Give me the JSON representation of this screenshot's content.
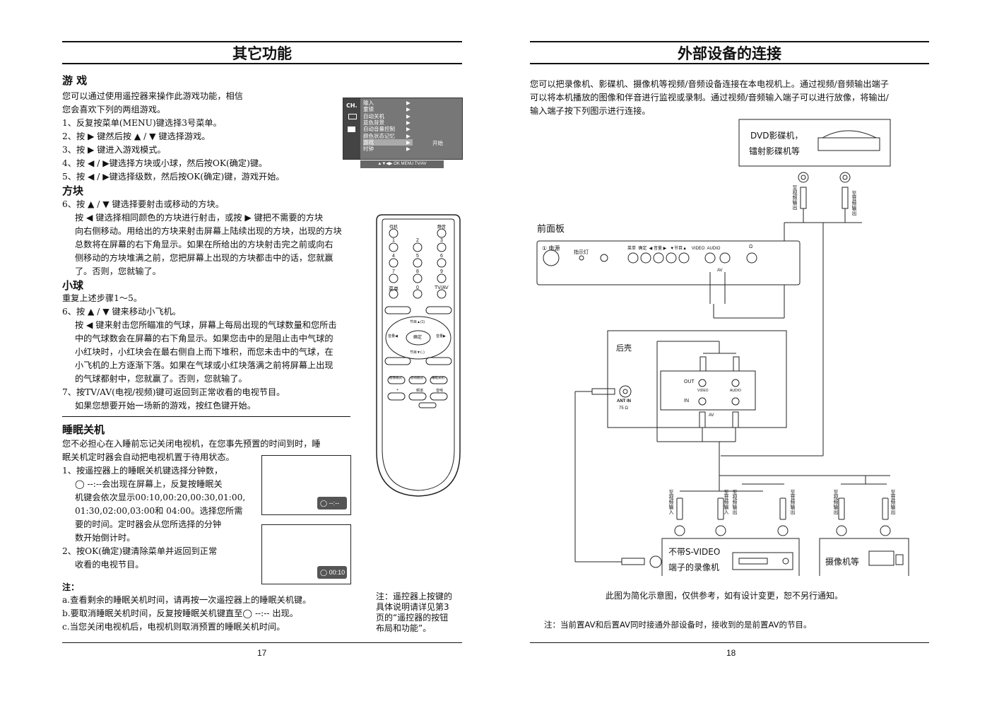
{
  "left": {
    "title": "其它功能",
    "game_heading": "游 戏",
    "game_lines": [
      "您可以通过使用遥控器来操作此游戏功能，相信",
      "您会喜欢下列的两组游戏。",
      "1、反复按菜单(MENU)键选择3号菜单。",
      "2、按 ▶ 键然后按 ▲ / ▼ 键选择游戏。",
      "3、按 ▶ 键进入游戏模式。",
      "4、按 ◀ / ▶键选择方块或小球，然后按OK(确定)键。",
      "5、按 ◀ / ▶键选择级数，然后按OK(确定)键，游戏开始。"
    ],
    "block_heading": "方块",
    "block_lines": [
      "6、按 ▲ / ▼ 键选择要射击或移动的方块。",
      "按 ◀ 键选择相同颜色的方块进行射击，或按 ▶ 键把不需要的方块",
      "向右侧移动。用给出的方块来射击屏幕上陆续出现的方块，出现的方块",
      "总数将在屏幕的右下角显示。如果在所给出的方块射击完之前或向右",
      "侧移动的方块堆满之前，您把屏幕上出现的方块都击中的话，您就赢",
      "了。否则，您就输了。"
    ],
    "ball_heading": "小球",
    "ball_lines": [
      "重复上述步骤1～5。",
      "6、按 ▲ / ▼ 键来移动小飞机。",
      "按 ◀ 键来射击您所瞄准的气球，屏幕上每局出现的气球数量和您所击",
      "中的气球数会在屏幕的右下角显示。如果您击中的是阻止击中气球的",
      "小红块时，小红块会在最右侧自上而下堆积，而您未击中的气球，在",
      "小飞机的上方逐渐下落。如果在气球或小红块落满之前将屏幕上出现",
      "的气球都射中，您就赢了。否则，您就输了。",
      "7、按TV/AV(电视/视频)键可返回到正常收看的电视节目。",
      "如果您想要开始一场新的游戏，按红色键开始。"
    ],
    "sleep_heading": "睡眠关机",
    "sleep_lines": [
      "您不必担心在入睡前忘记关闭电视机，在您事先预置的时间到时，睡",
      "眠关机定时器会自动把电视机置于待用状态。",
      "1、按遥控器上的睡眠关机键选择分钟数，",
      "◯ --:--会出现在屏幕上，反复按睡眠关",
      "机键会依次显示00:10,00:20,00:30,01:00,",
      "01:30,02:00,03:00和 04:00。选择您所需",
      "要的时间。定时器会从您所选择的分钟",
      "数开始倒计时。",
      "2、按OK(确定)键清除菜单并返回到正常",
      "收看的电视节目。"
    ],
    "notes_heading": "注：",
    "notes_lines": [
      "a.查看剩余的睡眠关机时间，请再按一次遥控器上的睡眠关机键。",
      "b.要取消睡眠关机时间，反复按睡眠关机键直至◯ --:-- 出现。",
      "c.当您关闭电视机后，电视机则取消预置的睡眠关机时间。"
    ],
    "remote_note": "注：遥控器上按键的\n具体说明请详见第3\n页的“遥控器的按钮\n布局和功能”。",
    "page_no": "17",
    "menu": {
      "ch_label": "CH.",
      "items": [
        "输入",
        "童锁",
        "自动关机",
        "蓝色背景",
        "自动音量控制",
        "颜色状态记忆",
        "游戏",
        "时钟"
      ],
      "start_label": "开始",
      "footer": "▲▼◀▶  OK  MENU  TV/AV"
    },
    "timer_off": "--:--",
    "timer_on": "00:10",
    "remote": {
      "standby": "待机",
      "mute": "静音",
      "digits": [
        "1",
        "2",
        "3",
        "4",
        "5",
        "6",
        "7",
        "8",
        "9"
      ],
      "menu": "菜单",
      "zero": "0",
      "tvav": "TV/AV",
      "ok": "确定",
      "prog_up": "节目▲(1)",
      "prog_down": "节目▼(↓)",
      "vol_left": "音量◀",
      "vol_right": "音量▶",
      "row1": [
        "图像模式",
        "音响模式",
        "睡眠关机"
      ],
      "row2": [
        "+",
        "频道",
        "音响"
      ]
    }
  },
  "right": {
    "title": "外部设备的连接",
    "intro_lines": [
      "您可以把录像机、影碟机、摄像机等视频/音频设备连接在本电视机上。通过视频/音频输出端子",
      "可以将本机播放的图像和伴音进行监视或录制。通过视频/音频输入端子可以进行放像，将输出/",
      "输入端子按下列图示进行连接。"
    ],
    "dvd_label_1": "DVD影碟机，",
    "dvd_label_2": "镭射影碟机等",
    "front_panel_label": "前面板",
    "power_label": "① 电源",
    "indicator_label": "指示灯",
    "front_keys": "菜单  确定  ◀ 音量 ▶   ▼节目▲    VIDEO  AUDIO",
    "headphone": "Ω",
    "av_label": "AV",
    "rear_label": "后壳",
    "out_label": "OUT",
    "in_label": "IN",
    "video_label": "VIDEO",
    "audio_label": "AUDIO",
    "ant_in": "ANT IN",
    "ant_ohm": "75 Ω",
    "vcr_label_1": "不带S-VIDEO",
    "vcr_label_2": "端子的录像机",
    "camcorder_label": "摄像机等",
    "dvd_jacks": [
      "至视频输出",
      "至音频输出"
    ],
    "vcr_jacks": [
      "至视频输入",
      "至音频输入",
      "至视频输出",
      "至音频输出"
    ],
    "cam_jacks": [
      "至视频输出",
      "至音频输出"
    ],
    "caption": "此图为简化示意图，仅供参考，如有设计变更，恕不另行通知。",
    "note": "注：当前置AV和后置AV同时接通外部设备时，接收到的是前置AV的节目。",
    "page_no": "18"
  }
}
